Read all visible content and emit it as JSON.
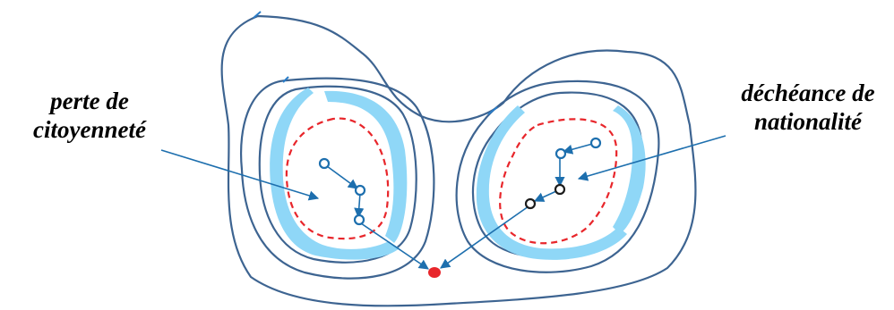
{
  "labels": {
    "left_line1": "perte de",
    "left_line2": "citoyenneté",
    "right_line1": "déchéance de",
    "right_line2": "nationalité"
  },
  "colors": {
    "outline": "#3d6491",
    "band": "#8fd7f7",
    "dashed": "#e8262b",
    "arrow": "#1d6fae",
    "node": "#1d6fae",
    "node_dark": "#1c1c1c",
    "target": "#e8262b"
  }
}
